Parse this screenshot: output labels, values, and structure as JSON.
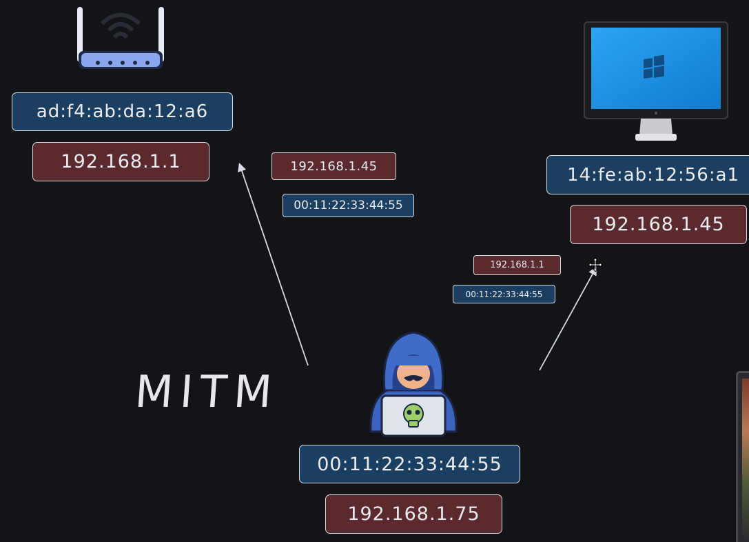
{
  "router": {
    "mac": "ad:f4:ab:da:12:a6",
    "ip": "192.168.1.1"
  },
  "victim_pc": {
    "mac": "14:fe:ab:12:56:a1",
    "ip": "192.168.1.45"
  },
  "attacker": {
    "mac": "00:11:22:33:44:55",
    "ip": "192.168.1.75"
  },
  "spoof_to_router": {
    "ip": "192.168.1.45",
    "mac": "00:11:22:33:44:55"
  },
  "spoof_to_pc": {
    "ip": "192.168.1.1",
    "mac": "00:11:22:33:44:55"
  },
  "title": "MITM",
  "colors": {
    "background": "#121418",
    "mac_box": "#1b3f61",
    "ip_box": "#5b2a2e",
    "arrow": "#d9dce2"
  },
  "icons": [
    "router-icon",
    "monitor-icon",
    "hacker-icon",
    "move-cursor-icon"
  ]
}
